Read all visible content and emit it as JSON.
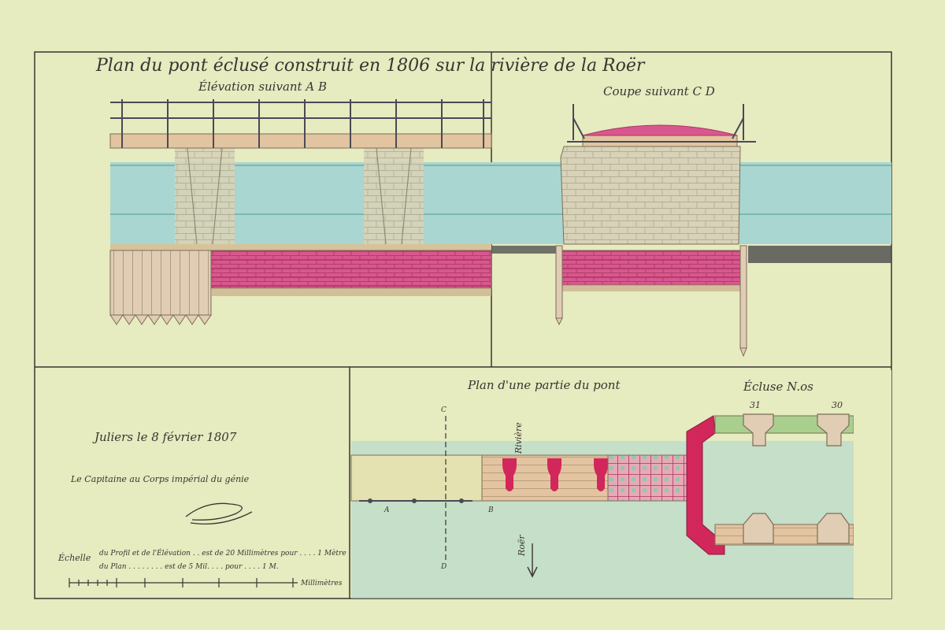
{
  "document": {
    "title": "Plan du pont éclusé construit en 1806 sur la rivière de la Roër",
    "section_elevation": "Élévation suivant A B",
    "section_coupe": "Coupe suivant C D",
    "section_plan": "Plan d'une partie du pont",
    "ecluse_label": "Écluse N.os",
    "ecluse_numbers": [
      "31",
      "30"
    ],
    "riviere_label": "Rivière",
    "roer_label": "Roër",
    "section_markers": {
      "a": "A",
      "b": "B",
      "c": "C",
      "d": "D"
    },
    "date": "Juliers le 8 février 1807",
    "signature_line": "Le Capitaine au Corps impérial du génie",
    "scale_title": "Échelle",
    "scale_line_1": "du Profil et de l'Élévation . . est de 20 Millimètres pour . . . . 1 Mètre",
    "scale_line_2": "du Plan . . . . . . . . est de 5 Mil. . . . pour . . . . 1 M.",
    "scale_unit": "Millimètres"
  },
  "colors": {
    "paper": "#e6ebc0",
    "water": "#a9d6d0",
    "masonry": "#d8d3b8",
    "pink_masonry": "#d9578f",
    "timber": "#e2c4a0",
    "red_plan": "#d2275a",
    "green_lock": "#a9cf8f",
    "ink": "#3a3530"
  }
}
